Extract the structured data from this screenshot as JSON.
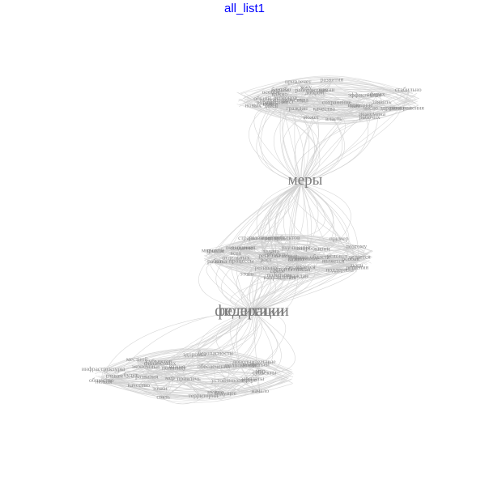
{
  "title": "all_list1",
  "colors": {
    "title": "#0000ff",
    "edge": "#d0d0d0",
    "word": "#8a8a8a",
    "hub": "#7c7c7c"
  },
  "hubs": [
    "меры",
    "федерации",
    "политики"
  ],
  "clusters": [
    {
      "id": "top",
      "hub": "меры",
      "words": [
        "общий",
        "внимание",
        "это",
        "регионы",
        "борьбе",
        "может",
        "добром",
        "регионов",
        "работающих",
        "особое",
        "сохранение",
        "стабильно",
        "число",
        "эффективная",
        "здесь",
        "хочу",
        "рабочих",
        "мест",
        "важно",
        "экономика",
        "граждан",
        "здравоохранения",
        "власть",
        "правительства",
        "особо",
        "развития",
        "нам",
        "года",
        "заявить",
        "привлечет",
        "сферах",
        "поиск",
        "новых",
        "образование",
        "качества",
        "жизни"
      ]
    },
    {
      "id": "middle",
      "hub": "федерации",
      "words": [
        "политики",
        "пример",
        "поэтому",
        "субъектов",
        "субъекты",
        "регионах",
        "большая",
        "развития",
        "направления",
        "условия",
        "создание",
        "решения",
        "работ",
        "повышения",
        "поддержка",
        "жизни",
        "области",
        "власти",
        "страны",
        "граждан",
        "важно",
        "уровень",
        "вместе",
        "вопрос",
        "регионы",
        "сфере",
        "является",
        "страна",
        "улучшения",
        "новые",
        "задача",
        "рост",
        "отдельных",
        "делается",
        "пока",
        "этого",
        "условия",
        "стоит",
        "люди",
        "внимание",
        "удается",
        "особая",
        "процессы",
        "мировой",
        "всех"
      ]
    },
    {
      "id": "bottom",
      "hub": "",
      "words": [
        "начало",
        "субъектов",
        "третьей",
        "нельзя",
        "полномочия",
        "главам",
        "безопасности",
        "инфраструктуры",
        "местной",
        "мер",
        "субъекты",
        "финансовых",
        "здоровья",
        "будут",
        "дополнительные",
        "сфере",
        "общество",
        "политику",
        "важно",
        "нужно",
        "привлечь",
        "мер",
        "зарплаты",
        "будущее",
        "территорий",
        "связь",
        "экономики",
        "обеспечения",
        "точки",
        "можно",
        "устойчивого",
        "развития",
        "качество"
      ]
    }
  ]
}
